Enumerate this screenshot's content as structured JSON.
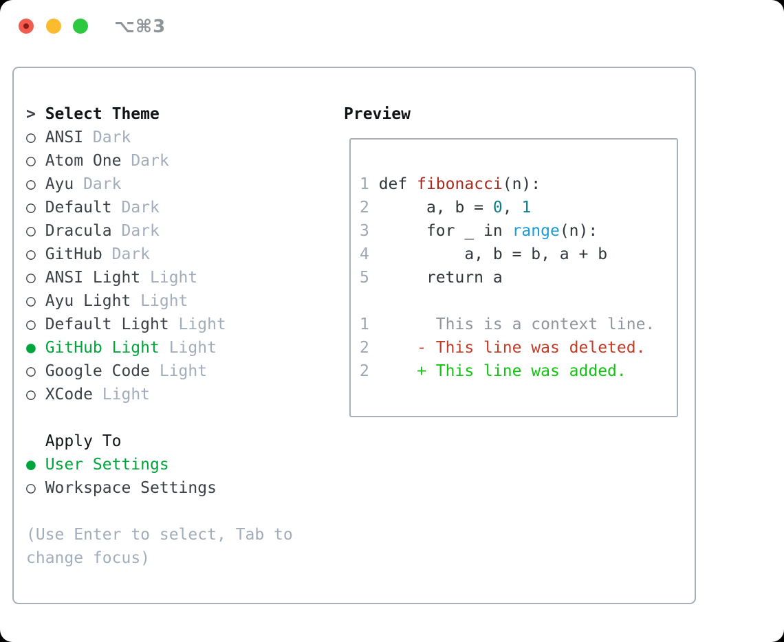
{
  "window": {
    "title": "⌥⌘3"
  },
  "traffic_lights": {
    "close": "close",
    "minimize": "minimize",
    "maximize": "maximize"
  },
  "panel": {
    "prompt": ">",
    "title": "Select Theme",
    "markers": {
      "selected": "●",
      "unselected": "○"
    },
    "themes": [
      {
        "name": "ANSI",
        "tag": "Dark",
        "selected": false
      },
      {
        "name": "Atom One",
        "tag": "Dark",
        "selected": false
      },
      {
        "name": "Ayu",
        "tag": "Dark",
        "selected": false
      },
      {
        "name": "Default",
        "tag": "Dark",
        "selected": false
      },
      {
        "name": "Dracula",
        "tag": "Dark",
        "selected": false
      },
      {
        "name": "GitHub",
        "tag": "Dark",
        "selected": false
      },
      {
        "name": "ANSI Light",
        "tag": "Light",
        "selected": false
      },
      {
        "name": "Ayu Light",
        "tag": "Light",
        "selected": false
      },
      {
        "name": "Default Light",
        "tag": "Light",
        "selected": false
      },
      {
        "name": "GitHub Light",
        "tag": "Light",
        "selected": true
      },
      {
        "name": "Google Code",
        "tag": "Light",
        "selected": false
      },
      {
        "name": "XCode",
        "tag": "Light",
        "selected": false
      }
    ],
    "apply_to": {
      "title": "Apply To",
      "options": [
        {
          "name": "User Settings",
          "selected": true
        },
        {
          "name": "Workspace Settings",
          "selected": false
        }
      ]
    },
    "hint_lines": [
      "(Use Enter to select, Tab to",
      "change focus)"
    ]
  },
  "preview": {
    "title": "Preview",
    "lines": [
      {
        "segs": [
          [
            "ln",
            "1"
          ],
          [
            "code",
            " def "
          ],
          [
            "func",
            "fibonacci"
          ],
          [
            "code",
            "(n):"
          ]
        ]
      },
      {
        "segs": [
          [
            "ln",
            "2"
          ],
          [
            "code",
            "      a, b = "
          ],
          [
            "lit",
            "0"
          ],
          [
            "code",
            ", "
          ],
          [
            "lit",
            "1"
          ]
        ]
      },
      {
        "segs": [
          [
            "ln",
            "3"
          ],
          [
            "code",
            "      for _ in "
          ],
          [
            "builtin",
            "range"
          ],
          [
            "code",
            "(n):"
          ]
        ]
      },
      {
        "segs": [
          [
            "ln",
            "4"
          ],
          [
            "code",
            "          a, b = b, a + b"
          ]
        ]
      },
      {
        "segs": [
          [
            "ln",
            "5"
          ],
          [
            "code",
            "      return a"
          ]
        ]
      },
      {
        "segs": []
      },
      {
        "segs": [
          [
            "ln",
            "1"
          ],
          [
            "ctx",
            "       This is a context line."
          ]
        ]
      },
      {
        "segs": [
          [
            "ln",
            "2"
          ],
          [
            "del",
            "     - This line was deleted."
          ]
        ]
      },
      {
        "segs": [
          [
            "ln",
            "2"
          ],
          [
            "add",
            "     + This line was added."
          ]
        ]
      }
    ]
  },
  "colors": {
    "page_bg": "#000000",
    "window_bg": "#ffffff",
    "close_red": "#f15b50",
    "close_dot": "#8c1a13",
    "minimize_yellow": "#fcbb2e",
    "maximize_green": "#2bc840",
    "title_gray": "#8f9499",
    "border_gray": "#a7afb8",
    "header_black": "#101417",
    "name_dark": "#3b4147",
    "tag_gray": "#a2adbb",
    "hint_gray": "#a2adbb",
    "accent_green": "#00a63c",
    "line_num_gray": "#9ca6b2",
    "code_dark": "#30363c",
    "func_red": "#a82a1c",
    "literal_teal": "#0c7f87",
    "builtin_blue": "#1a9cd6",
    "context_gray": "#8f959b",
    "deleted_red": "#c33b25",
    "added_green": "#12c312"
  }
}
